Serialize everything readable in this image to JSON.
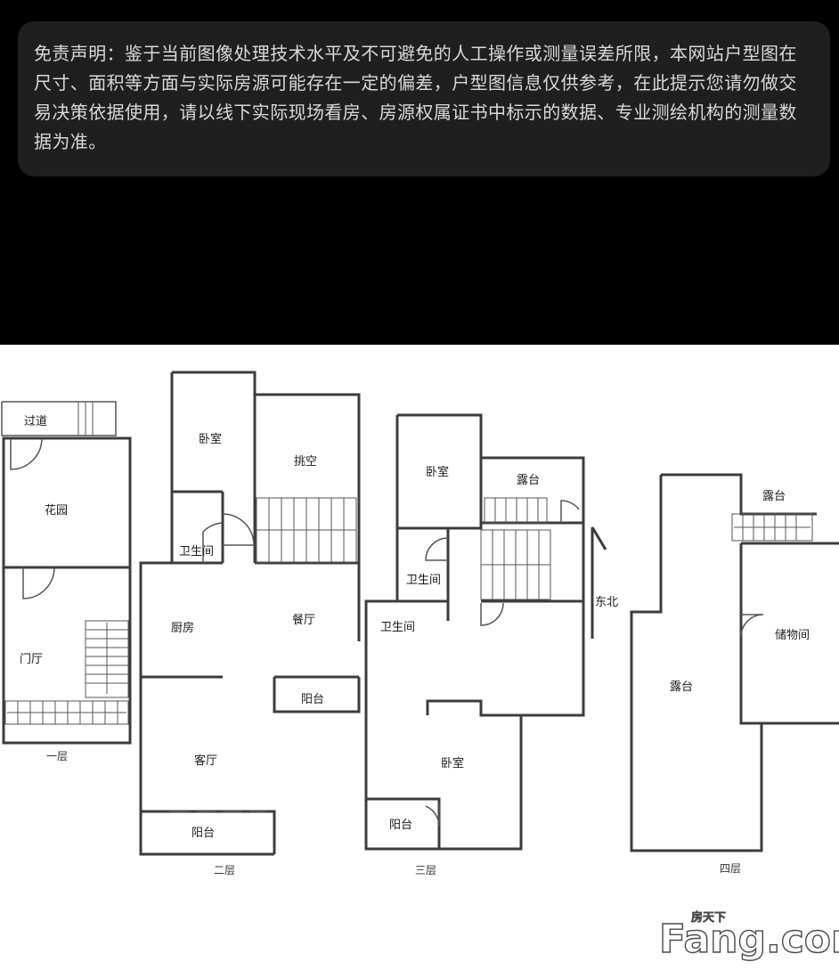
{
  "notice": {
    "text": "免责声明：鉴于当前图像处理技术水平及不可避免的人工操作或测量误差所限，本网站户型图在尺寸、面积等方面与实际房源可能存在一定的偏差，户型图信息仅供参考，在此提示您请勿做交易决策依据使用，请以线下实际现场看房、房源权属证书中标示的数据、专业测绘机构的测量数据为准。"
  },
  "floors": {
    "f1": {
      "label": "一层",
      "rooms": {
        "passage": "过道",
        "garden": "花园",
        "entrance": "门厅"
      }
    },
    "f2": {
      "label": "二层",
      "rooms": {
        "bedroom": "卧室",
        "void": "挑空",
        "bathroom": "卫生间",
        "kitchen": "厨房",
        "dining": "餐厅",
        "balcony_small": "阳台",
        "living": "客厅",
        "balcony": "阳台"
      }
    },
    "f3": {
      "label": "三层",
      "rooms": {
        "bedroom_top": "卧室",
        "terrace": "露台",
        "bathroom_a": "卫生间",
        "bathroom_b": "卫生间",
        "bedroom_bottom": "卧室",
        "balcony": "阳台"
      },
      "direction": "东北"
    },
    "f4": {
      "label": "四层",
      "rooms": {
        "terrace_small": "露台",
        "storage": "储物间",
        "terrace_big": "露台"
      }
    }
  },
  "watermark": {
    "brand": "Fang.com",
    "cn": "房天下"
  }
}
